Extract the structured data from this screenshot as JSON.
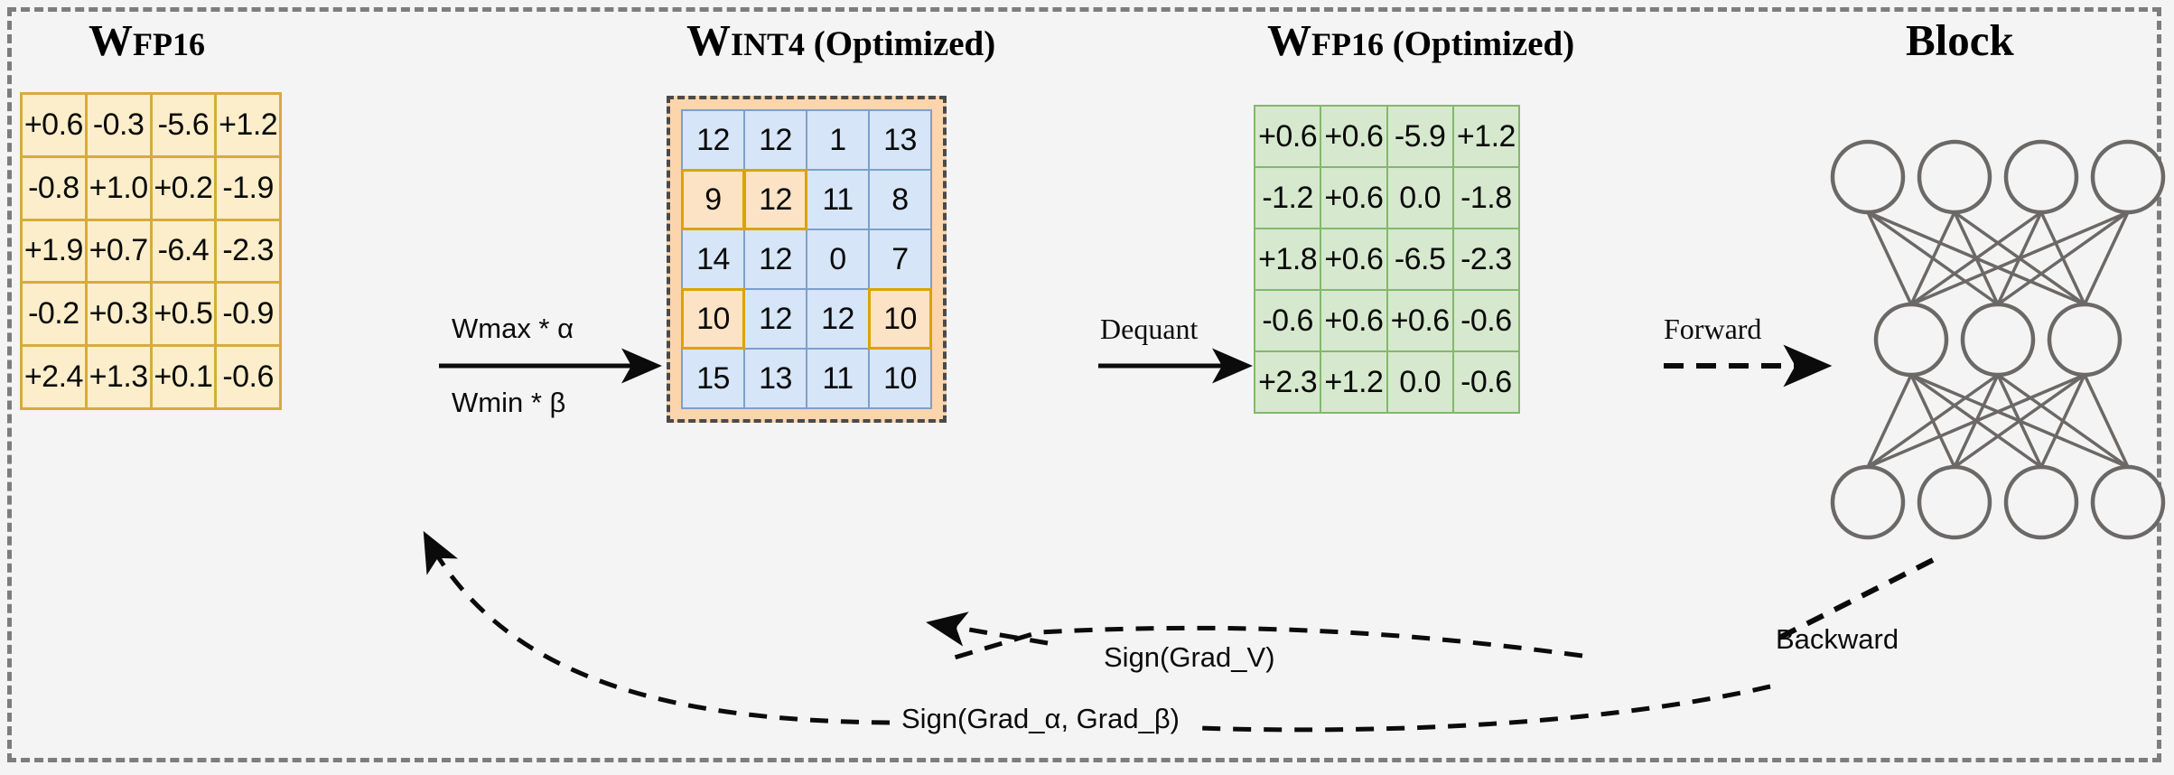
{
  "figure": {
    "background": "#f4f4f4",
    "frame_style": "dashed"
  },
  "panels": [
    {
      "id": "w-fp16",
      "w": "W",
      "sub": "FP16",
      "paren": ""
    },
    {
      "id": "w-int4",
      "w": "W",
      "sub": "INT4",
      "paren": " (Optimized)"
    },
    {
      "id": "w-fp16o",
      "w": "W",
      "sub": "FP16",
      "paren": " (Optimized)"
    },
    {
      "id": "block",
      "w": "Block",
      "sub": "",
      "paren": ""
    }
  ],
  "matrices": {
    "fp16": {
      "title_w": "W",
      "title_sub": "FP16",
      "rows": 5,
      "cols": 4,
      "cell_bg": "#fceeca",
      "cell_border": "#d6ab3e",
      "values": [
        [
          "+0.6",
          "-0.3",
          "-5.6",
          "+1.2"
        ],
        [
          "-0.8",
          "+1.0",
          "+0.2",
          "-1.9"
        ],
        [
          "+1.9",
          "+0.7",
          "-6.4",
          "-2.3"
        ],
        [
          "-0.2",
          "+0.3",
          "+0.5",
          "-0.9"
        ],
        [
          "+2.4",
          "+1.3",
          "+0.1",
          "-0.6"
        ]
      ]
    },
    "int4": {
      "title_w": "W",
      "title_sub": "INT4",
      "title_paren": " (Optimized)",
      "rows": 5,
      "cols": 4,
      "cell_bg": "#d6e5f8",
      "cell_border": "#7e9fcb",
      "highlight_bg": "#fde3c6",
      "highlight_border": "#d9a400",
      "pad_bg": "#fcd5ac",
      "values": [
        [
          "12",
          "12",
          "1",
          "13"
        ],
        [
          "9",
          "12",
          "11",
          "8"
        ],
        [
          "14",
          "12",
          "0",
          "7"
        ],
        [
          "10",
          "12",
          "12",
          "10"
        ],
        [
          "15",
          "13",
          "11",
          "10"
        ]
      ],
      "highlighted": [
        [
          1,
          0
        ],
        [
          1,
          1
        ],
        [
          3,
          0
        ],
        [
          3,
          3
        ]
      ]
    },
    "fp16_optimized": {
      "title_w": "W",
      "title_sub": "FP16",
      "title_paren": " (Optimized)",
      "rows": 5,
      "cols": 4,
      "cell_bg": "#d6e8cd",
      "cell_border": "#83b86d",
      "values": [
        [
          "+0.6",
          "+0.6",
          "-5.9",
          "+1.2"
        ],
        [
          "-1.2",
          "+0.6",
          "0.0",
          "-1.8"
        ],
        [
          "+1.8",
          "+0.6",
          "-6.5",
          "-2.3"
        ],
        [
          "-0.6",
          "+0.6",
          "+0.6",
          "-0.6"
        ],
        [
          "+2.3",
          "+1.2",
          "0.0",
          "-0.6"
        ]
      ]
    }
  },
  "labels": {
    "quant_top": "Wmax * α",
    "quant_bottom": "Wmin * β",
    "dequant": "Dequant",
    "forward": "Forward",
    "backward": "Backward",
    "grad_v": "Sign(Grad_V)",
    "grad_ab": "Sign(Grad_α, Grad_β)",
    "block": "Block"
  },
  "block": {
    "title": "Block",
    "node_color": "#6b6866",
    "edge_color": "#6b6866",
    "layers": [
      4,
      3,
      4
    ]
  }
}
